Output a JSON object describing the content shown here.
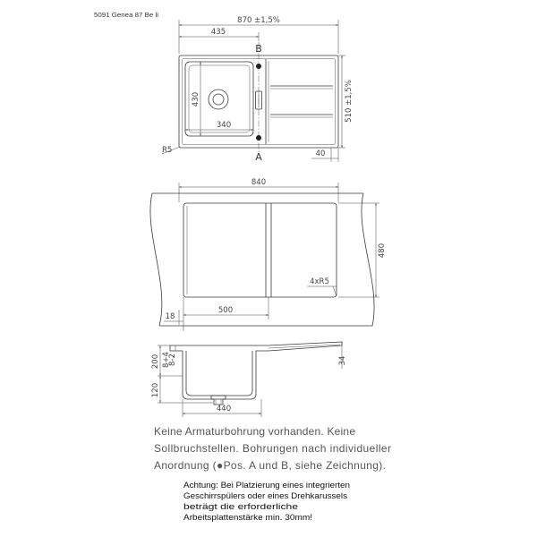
{
  "header": {
    "model_label": "5091 Genea 87 Be li"
  },
  "top_view": {
    "width_dim": "870 ±1,5%",
    "bowl_offset_dim": "435",
    "pos_b": "B",
    "pos_a": "A",
    "bowl_length_dim": "430",
    "bowl_width_dim": "340",
    "depth_dim": "510 ±1,5%",
    "rim_dim": "40",
    "radius_label": "R5"
  },
  "cutout_view": {
    "width_dim": "840",
    "depth_dim": "480",
    "radius_label": "4xR5",
    "bowl_dim": "500",
    "edge_dim": "18"
  },
  "section_view": {
    "total_height_dim": "200",
    "bowl_height_dim": "120",
    "tolerance_upper": "8+4",
    "tolerance_lower": "8-2",
    "rim_height_dim": "34",
    "bowl_width_dim": "440"
  },
  "notes": {
    "lines": [
      "Keine Armaturbohrung vorhanden. Keine",
      "Sollbruchstellen. Bohrungen nach individueller",
      "Anordnung (●Pos. A und B, siehe Zeichnung)."
    ]
  },
  "warning": {
    "lines": [
      "Achtung: Bei Platzierung eines integrierten",
      "Geschirrspülers oder eines Drehkarussels",
      "beträgt die erforderliche",
      "Arbeitsplattenstärke min. 30mm!"
    ]
  },
  "colors": {
    "line": "#3a3a3a",
    "text": "#444444",
    "background": "#ffffff"
  }
}
